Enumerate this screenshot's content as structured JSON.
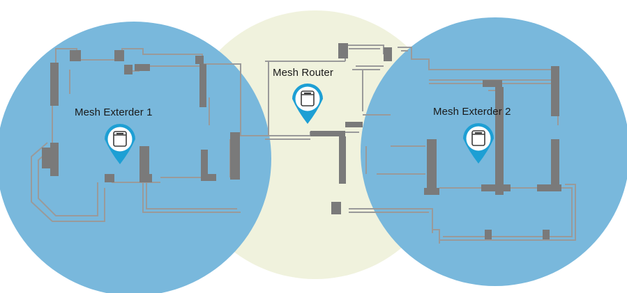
{
  "nodes": {
    "extender1": {
      "label": "Mesh Exterder 1"
    },
    "router": {
      "label": "Mesh Router"
    },
    "extender2": {
      "label": "Mesh Exterder 2"
    }
  },
  "colors": {
    "extender_coverage": "#79b8dc",
    "router_coverage": "#f0f2dd",
    "wall": "#7a7a7a",
    "thin_wall": "#9a9a9a",
    "pin_ring": "#1d9fd4",
    "pin_fill": "#ffffff"
  },
  "icons": [
    "location-pin-icon",
    "router-device-icon"
  ]
}
